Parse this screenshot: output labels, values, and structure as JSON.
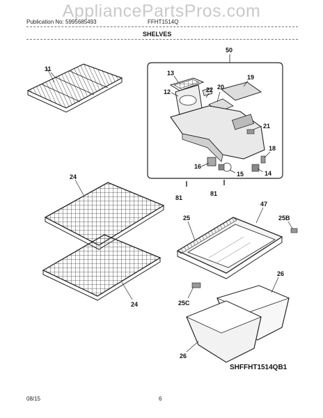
{
  "watermark": "AppliancePartsPros.com",
  "header": {
    "publication_no": "Publication No: 5995685493",
    "model": "FFHT1514Q",
    "section": "SHELVES"
  },
  "callouts": {
    "c50": "50",
    "c11": "11",
    "c13": "13",
    "c12": "12",
    "c22": "22",
    "c20": "20",
    "c19": "19",
    "c21": "21",
    "c18": "18",
    "c16": "16",
    "c15": "15",
    "c14": "14",
    "c81a": "81",
    "c81b": "81",
    "c24a": "24",
    "c24b": "24",
    "c47": "47",
    "c25": "25",
    "c25b": "25B",
    "c25c": "25C",
    "c26a": "26",
    "c26b": "26"
  },
  "diagram_code": "SHFFHT1514QB1",
  "footer": {
    "date": "08/15",
    "page": "6"
  }
}
